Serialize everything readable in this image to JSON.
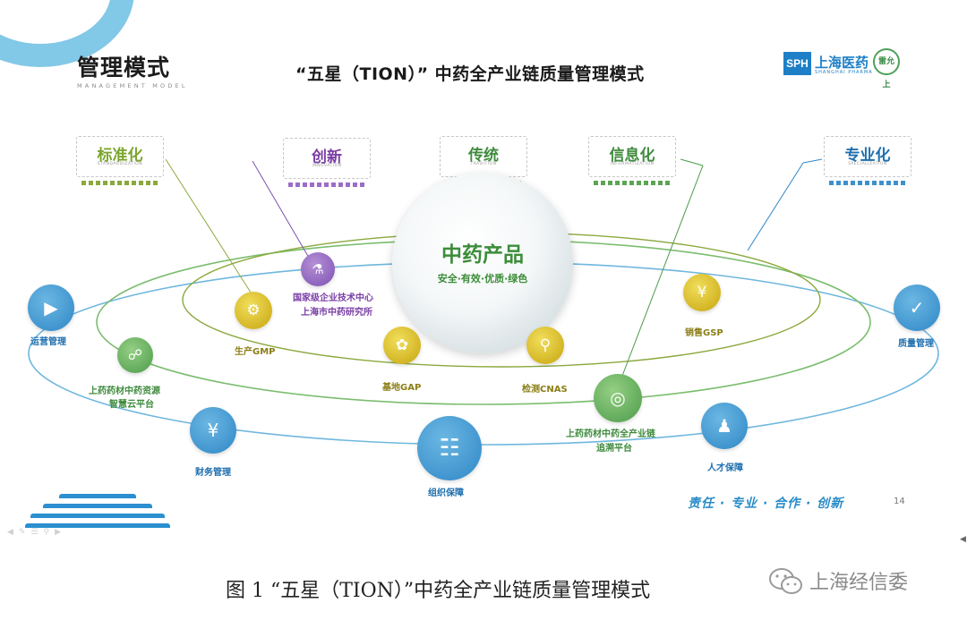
{
  "header": {
    "title": "管理模式",
    "subtitle": "MANAGEMENT MODEL"
  },
  "main_title": "“五星（TION）” 中药全产业链质量管理模式",
  "brand": {
    "logo_abbr": "SPH",
    "logo_cn": "上海医药",
    "logo_en": "SHANGHAI PHARMA",
    "seal_text": "雷允上"
  },
  "tags": [
    {
      "cn": "标准化",
      "en": "STANDARDIZATION",
      "color": "#7aa52c"
    },
    {
      "cn": "创新",
      "en": "INNOVATION",
      "color": "#7a3fa5"
    },
    {
      "cn": "传统",
      "en": "TRADITION",
      "color": "#3f8b3d"
    },
    {
      "cn": "信息化",
      "en": "INFORMATIZATION",
      "color": "#3f8b3d"
    },
    {
      "cn": "专业化",
      "en": "SPECIALIZATION",
      "color": "#1f6fae"
    }
  ],
  "center": {
    "title": "中药产品",
    "subtitle": "安全·有效·优质·绿色"
  },
  "nodes": {
    "operation": "运营管理",
    "quality": "质量管理",
    "finance": "财务管理",
    "organization": "组织保障",
    "talent": "人才保障",
    "herb_cloud_line1": "上药药材中药资源",
    "herb_cloud_line2": "智慧云平台",
    "trace_line1": "上药药材中药全产业链",
    "trace_line2": "追溯平台",
    "gmp": "生产GMP",
    "gap": "基地GAP",
    "cnas": "检测CNAS",
    "gsp": "销售GSP",
    "tech_line1": "国家级企业技术中心",
    "tech_line2": "上海市中药研究所"
  },
  "footer": {
    "motto": "责任 · 专业 · 合作 · 创新",
    "page_number": "14"
  },
  "caption": "图 1 “五星（TION）”中药全产业链质量管理模式",
  "watermark": "上海经信委",
  "icons": {
    "operation": "play-icon",
    "quality": "shield-check-icon",
    "finance": "yen-icon",
    "organization": "org-chart-icon",
    "talent": "person-check-icon",
    "herb_cloud": "phone-location-icon",
    "trace": "globe-grid-icon",
    "gmp": "factory-icon",
    "gap": "sprout-icon",
    "cnas": "microscope-icon",
    "gsp": "money-bag-icon",
    "tech": "flask-icon"
  },
  "colors": {
    "blue": "#2f87c6",
    "green": "#4d9b4a",
    "yellow": "#c7a510",
    "purple": "#7d51b2"
  }
}
